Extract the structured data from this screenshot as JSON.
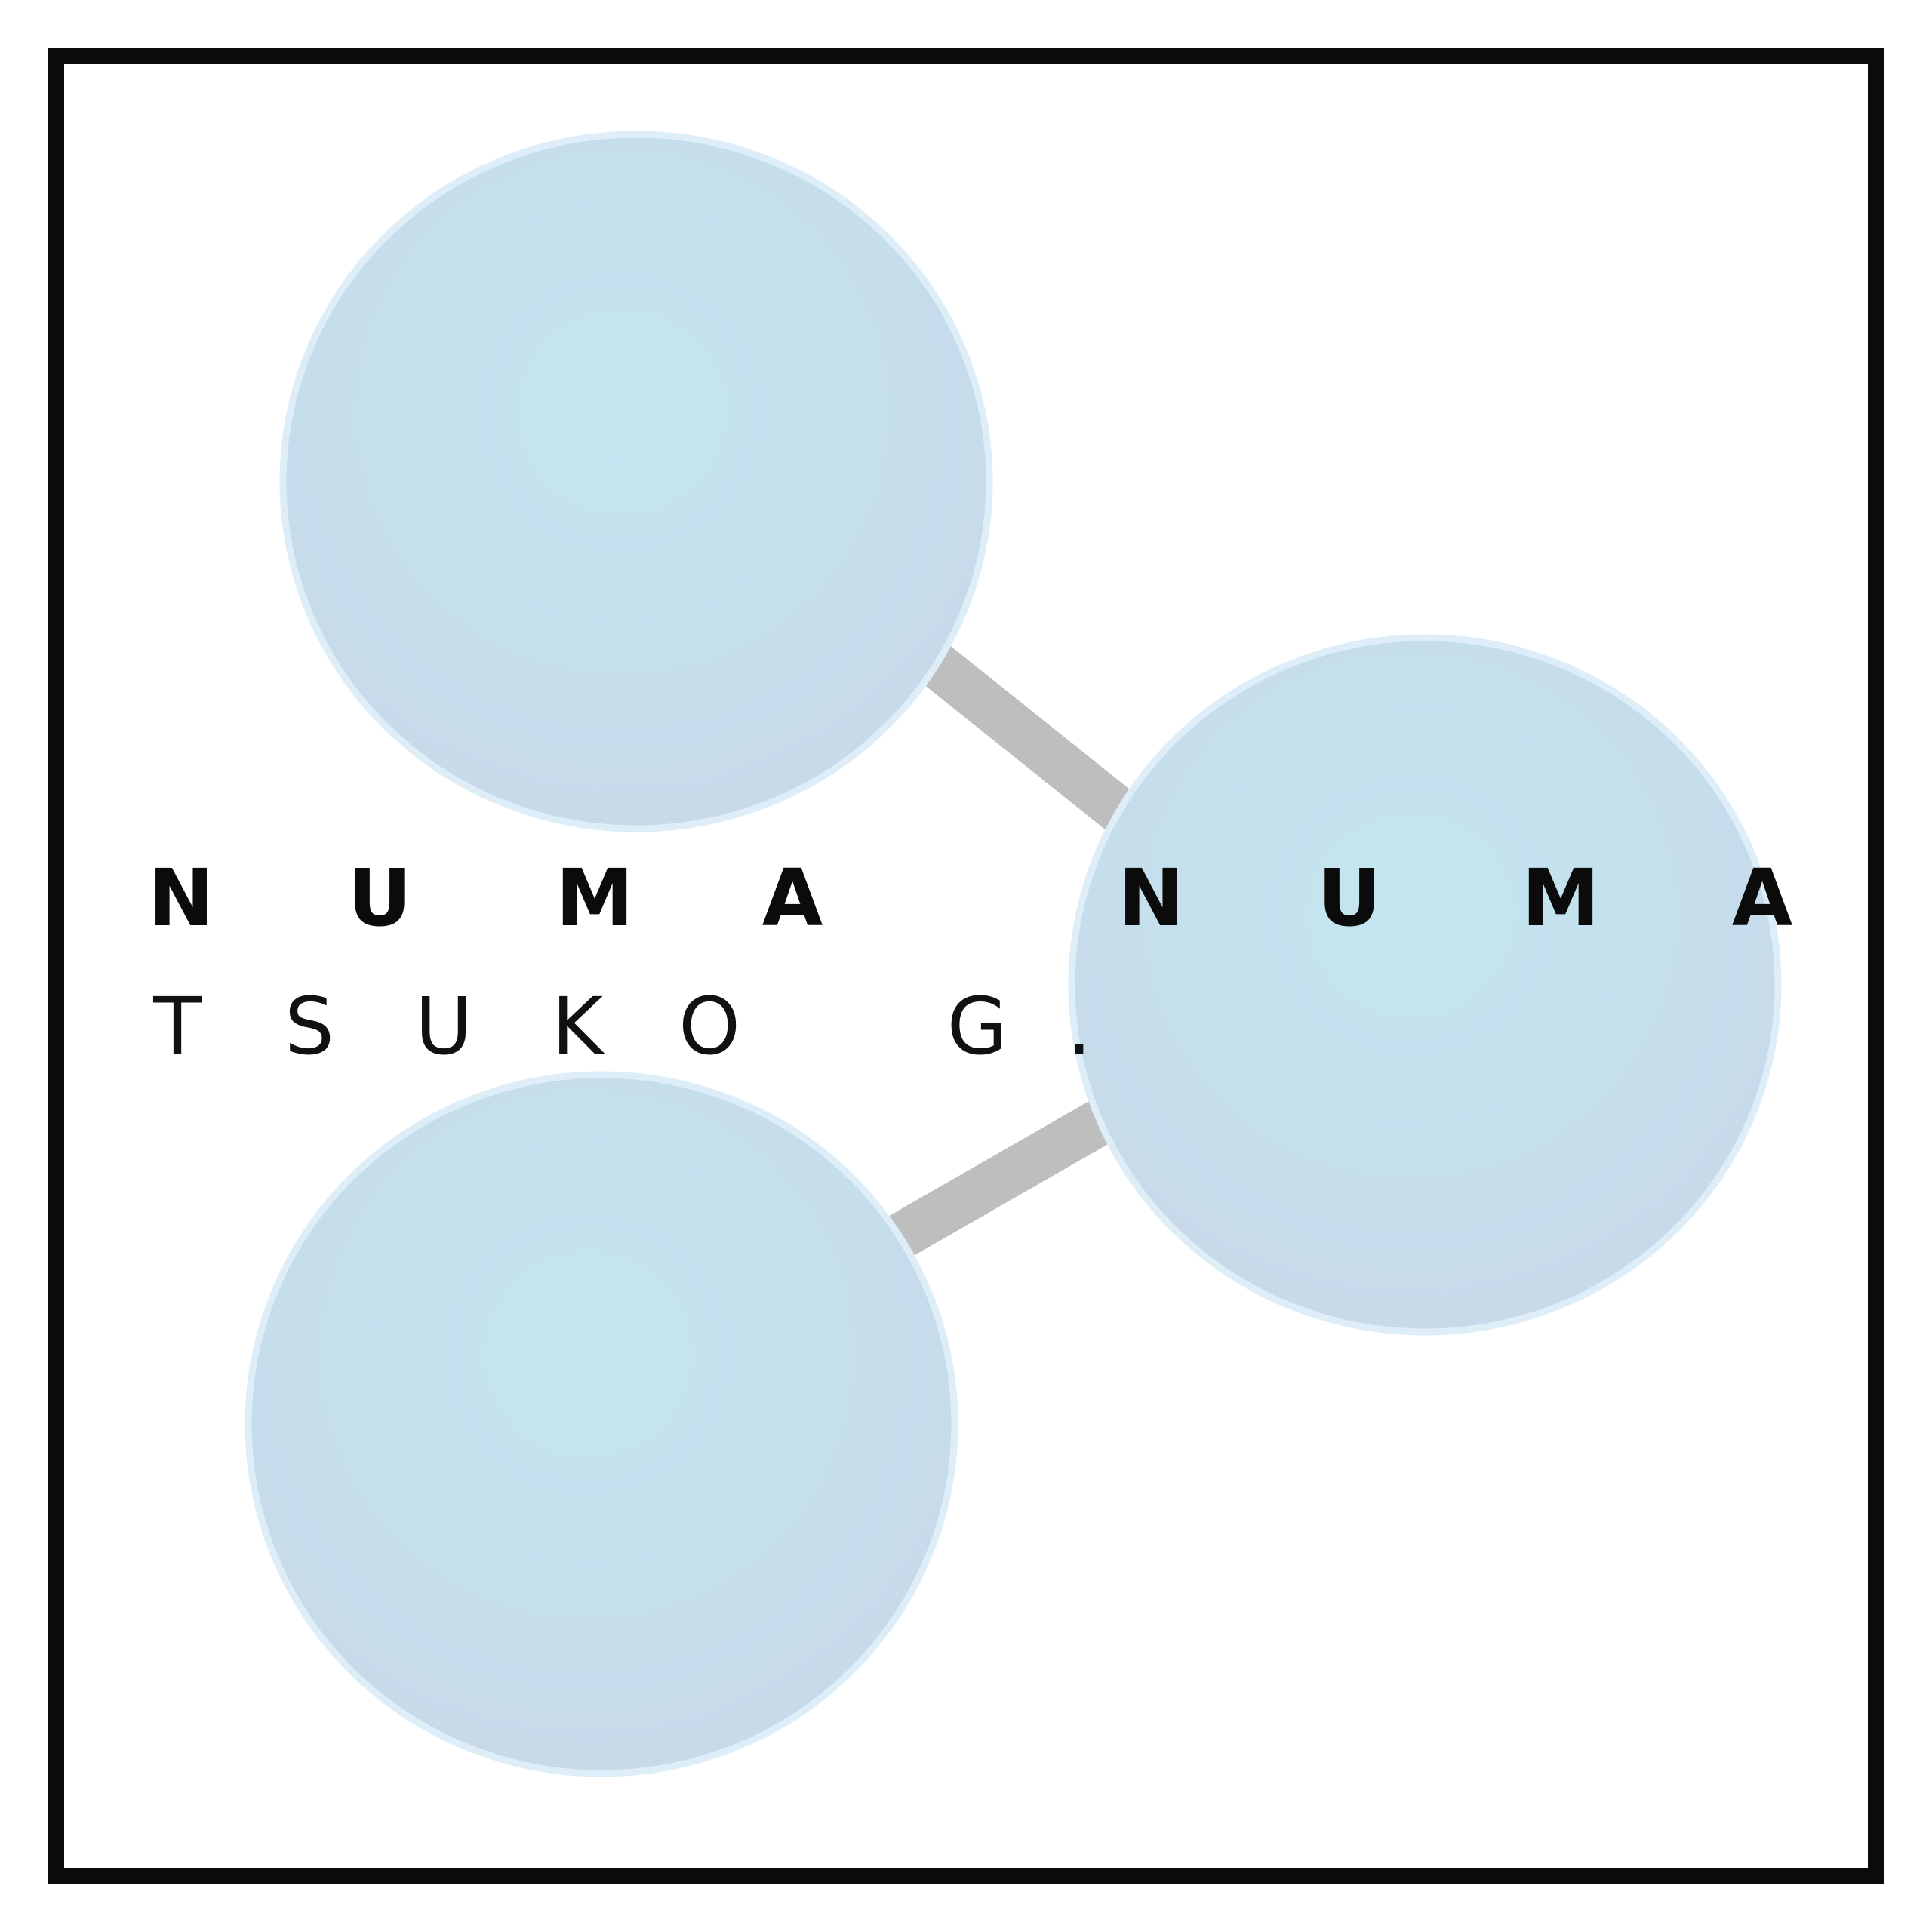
{
  "title": {
    "line1": [
      "N",
      "U",
      "M",
      "A",
      "N",
      "U",
      "M",
      "A"
    ],
    "line2": [
      "T",
      "S",
      "U",
      "K",
      "O",
      "G",
      "."
    ]
  },
  "colors": {
    "frame": "#0b0b0b",
    "circle_center": "#c3e6f1",
    "circle_edge": "#c8d9ea",
    "circle_outline": "#ddeef8",
    "connector": "#bebebe",
    "text": "#0b0b0b"
  }
}
